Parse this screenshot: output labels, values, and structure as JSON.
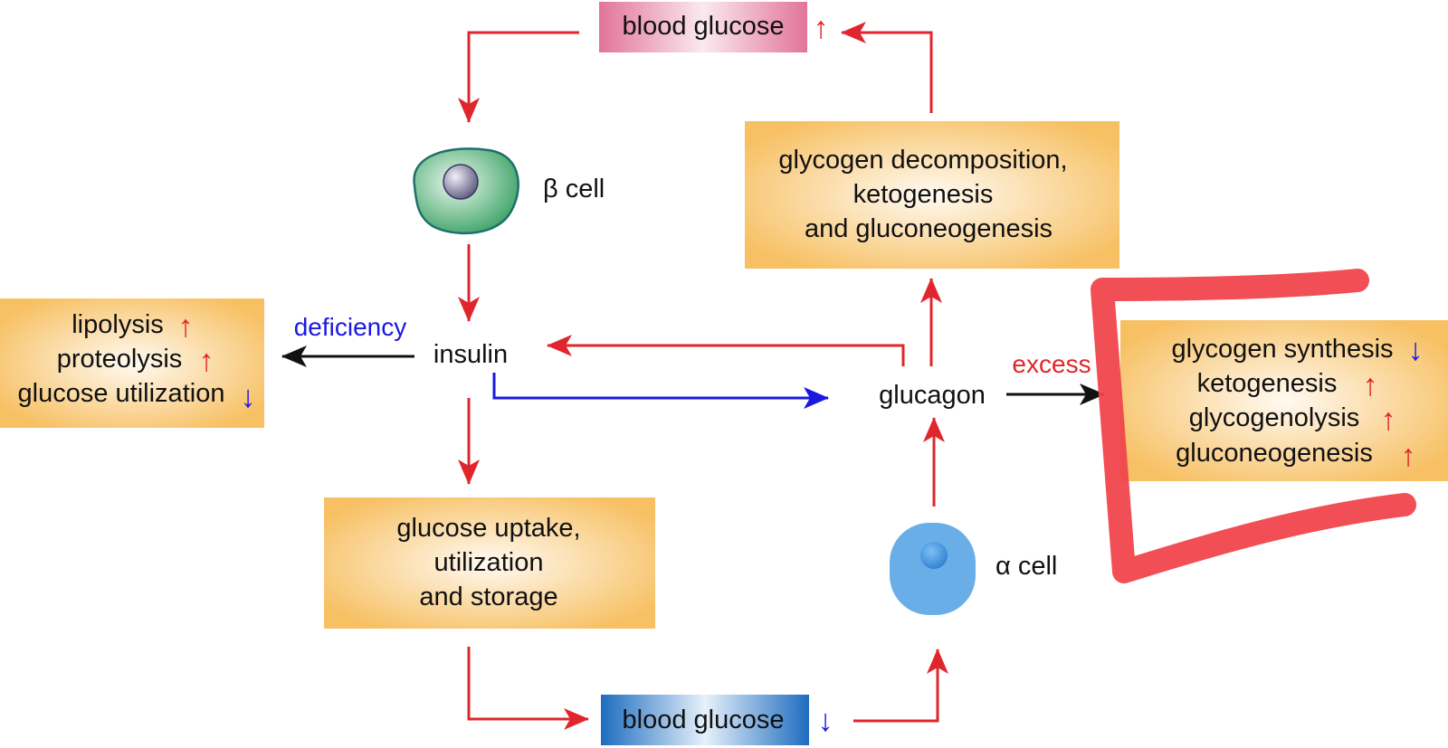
{
  "colors": {
    "red_arrow": "#e0262c",
    "blue_arrow": "#1a1adf",
    "black_arrow": "#111111",
    "box_orange": "#f7c063",
    "box_pink": "#e27499",
    "box_blue": "#1e6cbf",
    "beta_cell": "#5bb37a",
    "alpha_cell": "#6aaee8",
    "highlight": "#f0444c"
  },
  "nodes": {
    "blood_glucose_high": {
      "label": "blood glucose",
      "indicator": "↑"
    },
    "beta_cell": {
      "label": "β cell"
    },
    "insulin": {
      "label": "insulin"
    },
    "deficiency": {
      "label": "deficiency"
    },
    "insulin_deficiency_effects": {
      "lines": [
        {
          "text": "lipolysis",
          "indicator": "↑"
        },
        {
          "text": "proteolysis",
          "indicator": "↑"
        },
        {
          "text": "glucose utilization",
          "indicator": "↓"
        }
      ]
    },
    "glucose_uptake": {
      "lines": [
        "glucose uptake,",
        "utilization",
        "and storage"
      ]
    },
    "blood_glucose_low": {
      "label": "blood glucose",
      "indicator": "↓"
    },
    "alpha_cell": {
      "label": "α cell"
    },
    "glucagon": {
      "label": "glucagon"
    },
    "glycogen_decomposition": {
      "lines": [
        "glycogen decomposition,",
        "ketogenesis",
        "and gluconeogenesis"
      ]
    },
    "excess": {
      "label": "excess"
    },
    "glucagon_excess_effects": {
      "lines": [
        {
          "text": "glycogen synthesis",
          "indicator": "↓"
        },
        {
          "text": "ketogenesis",
          "indicator": "↑"
        },
        {
          "text": "glycogenolysis",
          "indicator": "↑"
        },
        {
          "text": "gluconeogenesis",
          "indicator": "↑"
        }
      ]
    }
  }
}
